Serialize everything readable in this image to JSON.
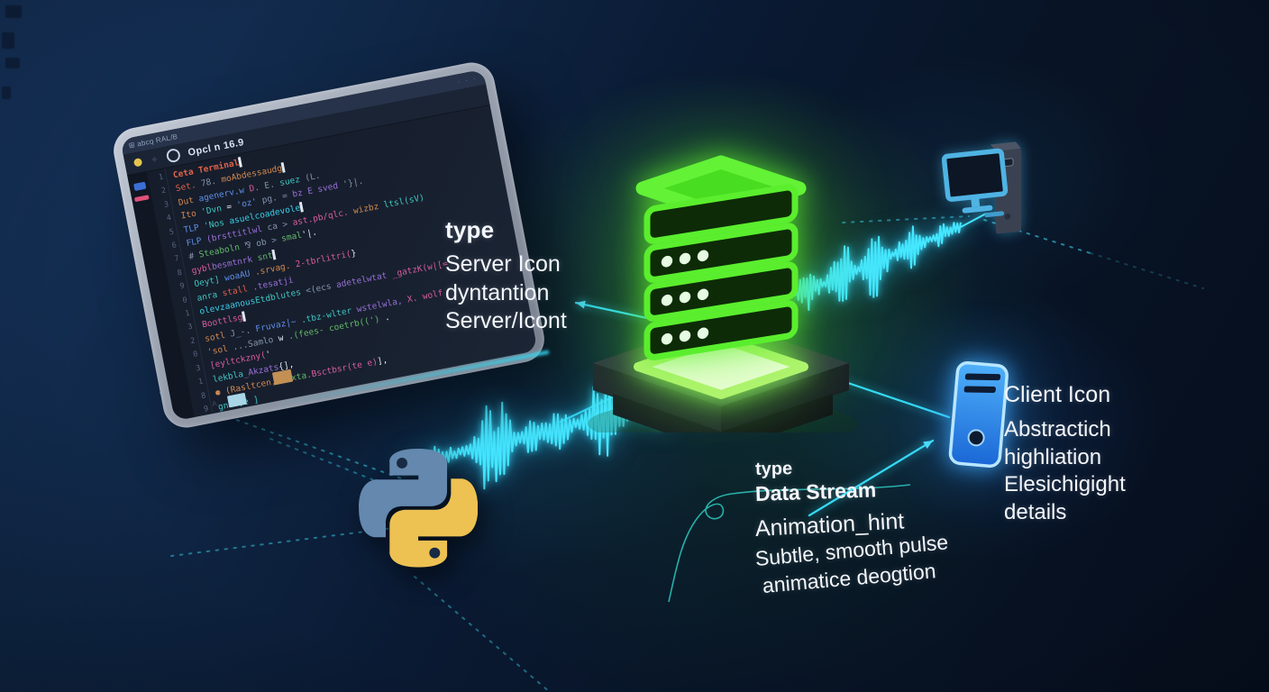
{
  "palette": {
    "accent_cyan": "#35d8f2",
    "server_green": "#56ea2f",
    "client_blue": "#2f8ff0",
    "background_navy": "#0a1a33",
    "text_white": "#f4f7fc"
  },
  "editor": {
    "window_tag": "⊞ abcq RAL/B",
    "window_dots": "· · ·",
    "window_title": "Opcl n 16.9",
    "tab_label": "Ceta Terminal",
    "cursor": "▌",
    "status_icon": "A",
    "line_numbers": [
      "1",
      "2",
      "3",
      "4",
      "5",
      "6",
      "7",
      "8",
      "9",
      "0",
      "1",
      "3",
      "2",
      "0",
      "3",
      "1",
      "8",
      "9"
    ],
    "code_lines": [
      [
        [
          "Set.",
          "red"
        ],
        [
          " 78.",
          "gray"
        ],
        [
          " moAbdessaudg",
          "orange"
        ],
        [
          "▌",
          "white"
        ]
      ],
      [
        [
          "Dut",
          "orange"
        ],
        [
          " agenerv.w",
          "blue"
        ],
        [
          " D.",
          "pink"
        ],
        [
          " E.",
          "gray"
        ],
        [
          " suez",
          "teal"
        ],
        [
          " (L.",
          "gray"
        ]
      ],
      [
        [
          "Ito",
          "orange"
        ],
        [
          " 'Dvn",
          "teal"
        ],
        [
          " = ",
          "white"
        ],
        [
          "'oz'",
          "blue"
        ],
        [
          " pg. = ",
          "gray"
        ],
        [
          "bz E sved",
          "purple"
        ],
        [
          " '}|.",
          "gray"
        ]
      ],
      [
        [
          "TLP",
          "blue"
        ],
        [
          " 'Nos",
          "teal"
        ],
        [
          " asuelcoadevole",
          "cyan2"
        ],
        [
          "▌",
          "white"
        ]
      ],
      [
        [
          "FLP",
          "blue"
        ],
        [
          " (brsttitlwl",
          "purple"
        ],
        [
          " ca > ",
          "gray"
        ],
        [
          "ast.pb/qlc.",
          "pink"
        ],
        [
          " wizbz",
          "orange"
        ],
        [
          " ltsl(sV)",
          "teal"
        ]
      ],
      [
        [
          "#",
          "gray"
        ],
        [
          " Steaboln",
          "green"
        ],
        [
          " ⅋ ob > ",
          "gray"
        ],
        [
          "smal",
          "green"
        ],
        [
          "'|.",
          "white"
        ]
      ],
      [
        [
          "gybl",
          "pink"
        ],
        [
          "besmtnrk",
          "purple"
        ],
        [
          " snt",
          "green"
        ],
        [
          "▌",
          "white"
        ]
      ],
      [
        [
          "Oeyt]",
          "teal"
        ],
        [
          " woaAU",
          "blue"
        ],
        [
          " .srvag.",
          "orange"
        ],
        [
          " 2-tbrlitri(",
          "pink"
        ],
        [
          "}",
          "white"
        ]
      ],
      [
        [
          "anra",
          "teal"
        ],
        [
          " stall",
          "red"
        ],
        [
          " .tesatji",
          "purple"
        ]
      ],
      [
        [
          "olevzaanous",
          "cyan2"
        ],
        [
          "Etdblutes",
          "teal"
        ],
        [
          " <(ecs",
          "gray"
        ],
        [
          " adetelwtat",
          "purple"
        ],
        [
          " _gatzK(w|[=",
          "pink"
        ]
      ],
      [
        [
          "Boottlsg",
          "pink"
        ],
        [
          "▌",
          "white"
        ]
      ],
      [
        [
          "sotl",
          "orange"
        ],
        [
          " J_-. ",
          "gray"
        ],
        [
          "Fruvaz|~",
          "blue"
        ],
        [
          " .tbz-wlter",
          "teal"
        ],
        [
          " wstelwla,",
          "purple"
        ],
        [
          " X. wolf",
          "pink"
        ]
      ],
      [
        [
          "'sol",
          "orange"
        ],
        [
          " ...Samlo",
          "gray"
        ],
        [
          " w ",
          "white"
        ],
        [
          ".(fees- coetrb((')",
          "green"
        ],
        [
          " .",
          "white"
        ]
      ],
      [
        [
          "[eyltckzny(",
          "pink"
        ],
        [
          "'",
          "white"
        ]
      ],
      [
        [
          "lekbla",
          "teal"
        ],
        [
          "_Akzats",
          "purple"
        ],
        [
          "{],",
          "white"
        ]
      ],
      [
        [
          "⚈ (Rasltcen,'",
          "orange"
        ],
        [
          "texta",
          "green"
        ],
        [
          ".Bsctbsr(te e)",
          "pink"
        ],
        [
          "],",
          "white"
        ]
      ],
      [
        [
          "gnlv;e ]",
          "teal"
        ]
      ]
    ]
  },
  "labels": {
    "server": {
      "heading": "type",
      "lines": [
        "Server Icon",
        "dyntantion",
        "Server/Icont"
      ]
    },
    "stream": {
      "heading": "type",
      "title": "Data Stream",
      "subheading": "Animation_hint",
      "sublines": [
        "Subtle, smooth pulse",
        "animatice deogtion"
      ]
    },
    "client": {
      "heading": "Client Icon",
      "lines": [
        "Abstractich",
        "highliation",
        "Elesichigight",
        "details"
      ]
    }
  },
  "icons": {
    "server-stack-icon": "glowing green 3-tier server stack on pedestal",
    "python-logo": "two-snake python mark, blue over yellow",
    "client-tower-icon": "blue pc tower with two slots and power button",
    "monitor-icon": "cyan outlined desktop monitor with dark tower",
    "code-editor": "tilted tablet running a syntax-highlighted terminal"
  },
  "connections": [
    {
      "from": "python-script",
      "to": "server-pedestal",
      "style": "waveform-arrow"
    },
    {
      "from": "client-tower",
      "to": "server-pedestal",
      "style": "arrow"
    },
    {
      "from": "stream-annotation",
      "to": "client-tower",
      "style": "arrow"
    },
    {
      "from": "server-pedestal",
      "to": "server-annotation",
      "style": "arrow"
    },
    {
      "from": "server-area",
      "to": "workstation-monitor",
      "style": "waveform"
    }
  ]
}
